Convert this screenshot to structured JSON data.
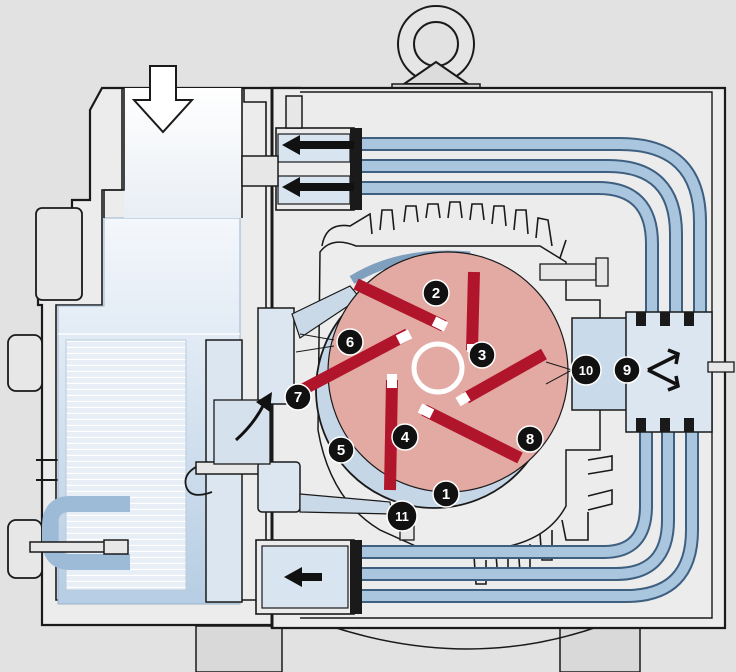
{
  "colors": {
    "background": "#e2e2e2",
    "housing_fill": "#ececec",
    "housing_stroke": "#1a1a1a",
    "oil_light": "#dde8f3",
    "oil_blue": "#a7c3dc",
    "pipe_blue": "#aac6de",
    "pipe_stroke": "#3e5f80",
    "rotor_fill": "#e3aaa4",
    "vane_red": "#b0152b",
    "vane_tip": "#ffffff",
    "callout_fill": "#111111",
    "callout_text": "#ffffff",
    "arrow": "#111111"
  },
  "callouts": [
    {
      "id": "1",
      "label": "1"
    },
    {
      "id": "2",
      "label": "2"
    },
    {
      "id": "3",
      "label": "3"
    },
    {
      "id": "4",
      "label": "4"
    },
    {
      "id": "5",
      "label": "5"
    },
    {
      "id": "6",
      "label": "6"
    },
    {
      "id": "7",
      "label": "7"
    },
    {
      "id": "8",
      "label": "8"
    },
    {
      "id": "9",
      "label": "9"
    },
    {
      "id": "10",
      "label": "10"
    },
    {
      "id": "11",
      "label": "11"
    }
  ],
  "icons": [
    "inlet-arrow-icon",
    "lifting-eye-icon",
    "flow-arrow-icon",
    "exhaust-split-arrow-icon"
  ]
}
